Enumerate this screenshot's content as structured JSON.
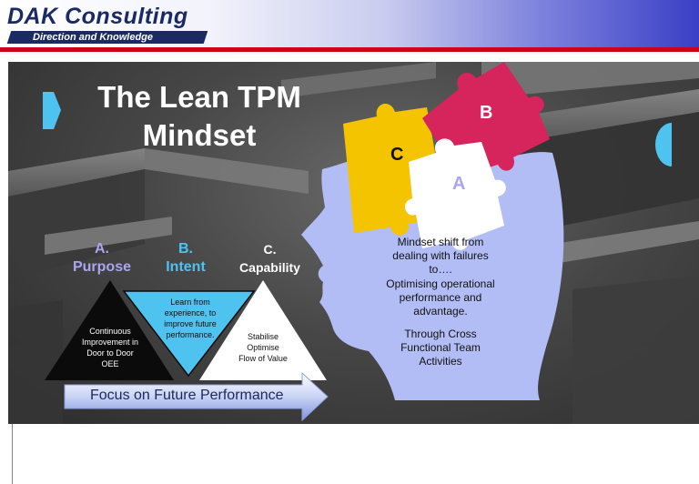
{
  "header": {
    "company": "DAK Consulting",
    "tagline": "Direction and Knowledge"
  },
  "slide": {
    "title_line1": "The Lean TPM",
    "title_line2": "Mindset",
    "purpose": {
      "letter": "A.",
      "name": "Purpose",
      "text_lines": [
        "Continuous",
        "Improvement in",
        "Door to Door",
        "OEE"
      ]
    },
    "intent": {
      "letter": "B.",
      "name": "Intent",
      "text_lines": [
        "Learn from",
        "experience, to",
        "improve future",
        "performance."
      ]
    },
    "capability": {
      "letter": "C.",
      "name": "Capability",
      "text_lines": [
        "Stabilise",
        "Optimise",
        "Flow of Value"
      ]
    },
    "puzzle": {
      "a": "A",
      "b": "B",
      "c": "C"
    },
    "head_text": {
      "line1": "Mindset shift from",
      "line2": "dealing with failures",
      "line3": "to….",
      "line4": "Optimising  operational",
      "line5": "performance and",
      "line6": "advantage.",
      "line7": "Through Cross",
      "line8": "Functional Team",
      "line9": "Activities"
    },
    "arrow_text": "Focus on Future Performance"
  },
  "colors": {
    "navy": "#1b2a63",
    "red_line": "#d0021b",
    "head_fill": "#b3bdf5",
    "piece_yellow": "#f5c400",
    "piece_magenta": "#d6245c",
    "piece_white": "#ffffff",
    "cyan": "#4fc3f0",
    "purple_label": "#a9a6ee"
  }
}
